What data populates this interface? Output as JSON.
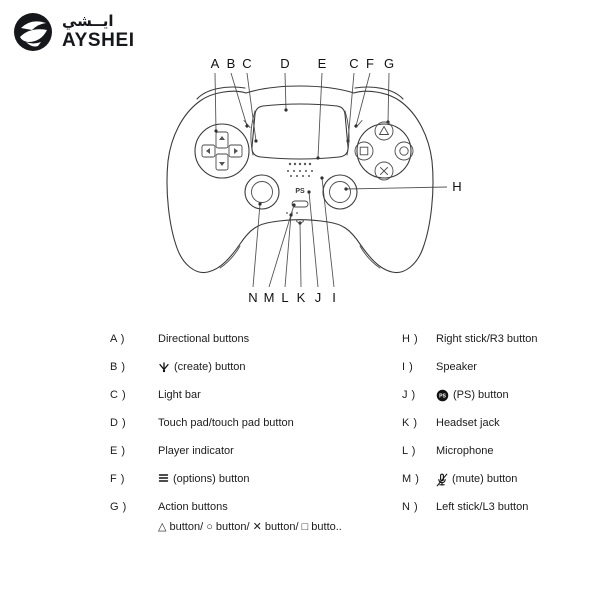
{
  "brand": {
    "arabic": "ايــشي",
    "name": "AYSHEI"
  },
  "diagram": {
    "labels": {
      "A": "A",
      "B": "B",
      "C1": "C",
      "D": "D",
      "E": "E",
      "C2": "C",
      "F": "F",
      "G": "G",
      "H": "H",
      "N": "N",
      "M": "M",
      "L": "L",
      "K": "K",
      "J": "J",
      "I": "I"
    }
  },
  "icons": {
    "ps_label": "PS",
    "names": [
      "create-icon",
      "options-icon",
      "ps-logo-icon",
      "mic-mute-icon"
    ]
  },
  "legend": {
    "left": [
      {
        "key": "A )",
        "text": "Directional buttons"
      },
      {
        "key": "B )",
        "text": "(create) button"
      },
      {
        "key": "C )",
        "text": "Light bar"
      },
      {
        "key": "D )",
        "text": "Touch pad/touch pad button"
      },
      {
        "key": "E )",
        "text": "Player indicator"
      },
      {
        "key": "F )",
        "text": "(options) button"
      },
      {
        "key": "G )",
        "text": "Action buttons",
        "sub": "△ button/ ○ button/ ✕ button/ □ butto.."
      }
    ],
    "right": [
      {
        "key": "H )",
        "text": "Right stick/R3 button"
      },
      {
        "key": "I )",
        "text": "Speaker"
      },
      {
        "key": "J )",
        "text": "(PS) button"
      },
      {
        "key": "K )",
        "text": "Headset jack"
      },
      {
        "key": "L )",
        "text": "Microphone"
      },
      {
        "key": "M )",
        "text": "(mute) button"
      },
      {
        "key": "N )",
        "text": "Left stick/L3 button"
      }
    ]
  }
}
